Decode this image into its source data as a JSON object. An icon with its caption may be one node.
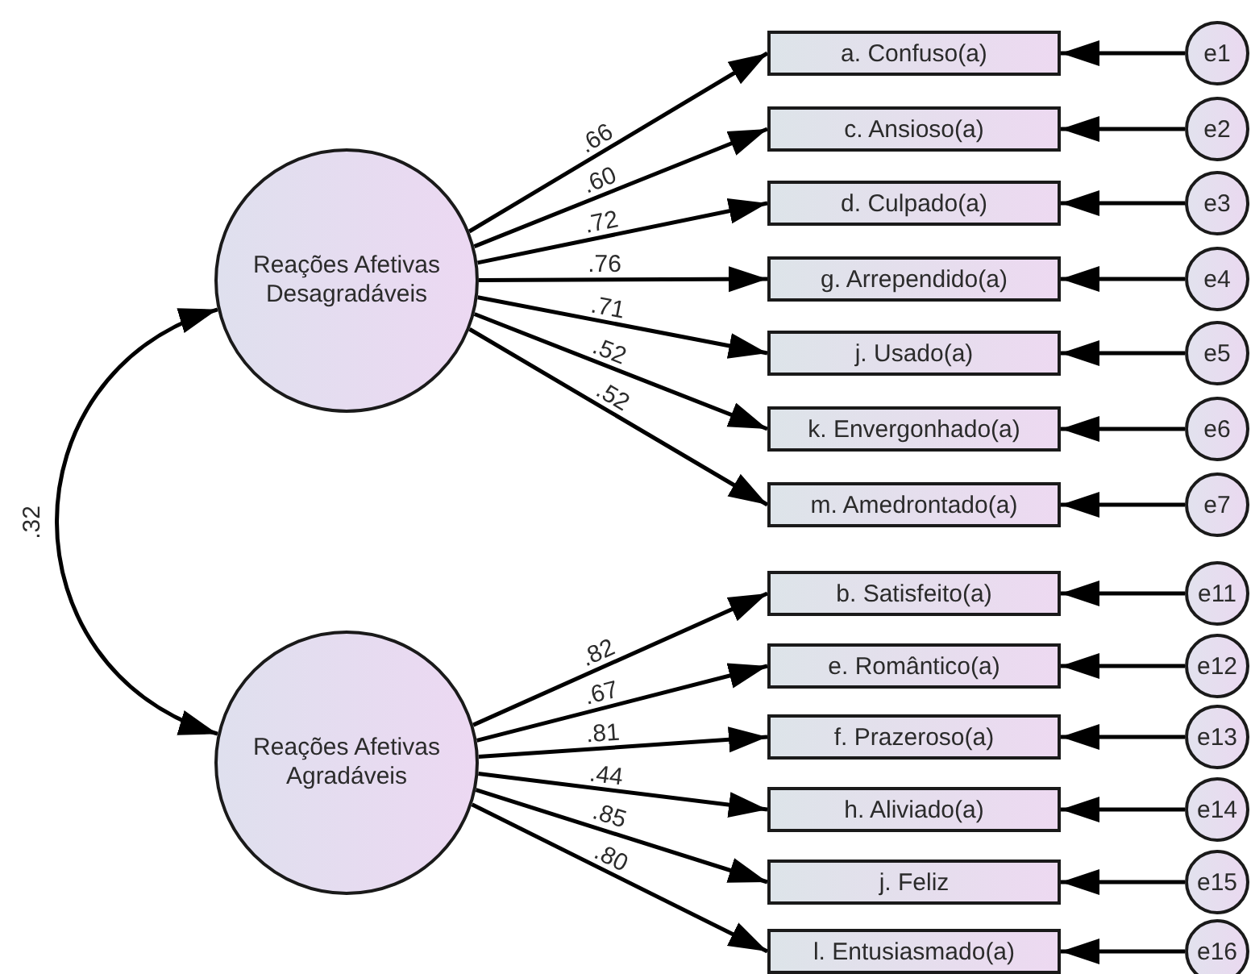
{
  "diagram": {
    "nodes": [
      {
        "text": [
          "Reações Afetivas Desagradáveis"
        ]
      },
      {
        "text": [
          "a. Confuso(a)"
        ]
      },
      {
        "text": [
          "c. Ansioso(a)"
        ]
      },
      {
        "text": [
          "d. Culpado(a)"
        ]
      },
      {
        "text": [
          "g. Arrependido(a)"
        ]
      },
      {
        "text": [
          "j. Usado(a)"
        ]
      },
      {
        "text": [
          "k. Envergonhado(a)"
        ]
      },
      {
        "text": [
          "m. Amedrontado(a)"
        ]
      },
      {
        "text": [
          "e1"
        ]
      },
      {
        "text": [
          "e2"
        ]
      },
      {
        "text": [
          "e3"
        ]
      },
      {
        "text": [
          "e4"
        ]
      },
      {
        "text": [
          "e5"
        ]
      },
      {
        "text": [
          "e6"
        ]
      },
      {
        "text": [
          "e7"
        ]
      },
      {
        "text": [
          "Reações Afetivas Agradáveis"
        ]
      },
      {
        "text": [
          "b. Satisfeito(a)"
        ]
      },
      {
        "text": [
          "e. Romântico(a)"
        ]
      },
      {
        "text": [
          "f. Prazeroso(a)"
        ]
      },
      {
        "text": [
          "h. Aliviado(a)"
        ]
      },
      {
        "text": [
          "j. Feliz"
        ]
      },
      {
        "text": [
          "l. Entusiasmado(a)"
        ]
      },
      {
        "text": [
          "e11"
        ]
      },
      {
        "text": [
          "e12"
        ]
      },
      {
        "text": [
          "e13"
        ]
      },
      {
        "text": [
          "e14"
        ]
      },
      {
        "text": [
          "e15"
        ]
      },
      {
        "text": [
          "e16"
        ]
      }
    ],
    "edges": [
      {
        "from": 0,
        "to": 15,
        "arrow": "both",
        "label": ".32"
      },
      {
        "from": 0,
        "to": 1,
        "arrow": "to",
        "label": ".66"
      },
      {
        "from": 0,
        "to": 2,
        "arrow": "to",
        "label": ".60"
      },
      {
        "from": 0,
        "to": 3,
        "arrow": "to",
        "label": ".72"
      },
      {
        "from": 0,
        "to": 4,
        "arrow": "to",
        "label": ".76"
      },
      {
        "from": 0,
        "to": 5,
        "arrow": "to",
        "label": ".71"
      },
      {
        "from": 0,
        "to": 6,
        "arrow": "to",
        "label": ".52"
      },
      {
        "from": 0,
        "to": 7,
        "arrow": "to",
        "label": ".52"
      },
      {
        "from": 8,
        "to": 1,
        "arrow": "to"
      },
      {
        "from": 9,
        "to": 2,
        "arrow": "to"
      },
      {
        "from": 10,
        "to": 3,
        "arrow": "to"
      },
      {
        "from": 11,
        "to": 4,
        "arrow": "to"
      },
      {
        "from": 12,
        "to": 5,
        "arrow": "to"
      },
      {
        "from": 13,
        "to": 6,
        "arrow": "to"
      },
      {
        "from": 14,
        "to": 7,
        "arrow": "to"
      },
      {
        "from": 15,
        "to": 16,
        "arrow": "to",
        "label": ".82"
      },
      {
        "from": 15,
        "to": 17,
        "arrow": "to",
        "label": ".67"
      },
      {
        "from": 15,
        "to": 18,
        "arrow": "to",
        "label": ".81"
      },
      {
        "from": 15,
        "to": 19,
        "arrow": "to",
        "label": ".44"
      },
      {
        "from": 15,
        "to": 20,
        "arrow": "to",
        "label": ".85"
      },
      {
        "from": 15,
        "to": 21,
        "arrow": "to",
        "label": ".80"
      },
      {
        "from": 22,
        "to": 16,
        "arrow": "to"
      },
      {
        "from": 23,
        "to": 17,
        "arrow": "to"
      },
      {
        "from": 24,
        "to": 18,
        "arrow": "to"
      },
      {
        "from": 25,
        "to": 19,
        "arrow": "to"
      },
      {
        "from": 26,
        "to": 20,
        "arrow": "to"
      },
      {
        "from": 27,
        "to": 21,
        "arrow": "to"
      }
    ]
  }
}
